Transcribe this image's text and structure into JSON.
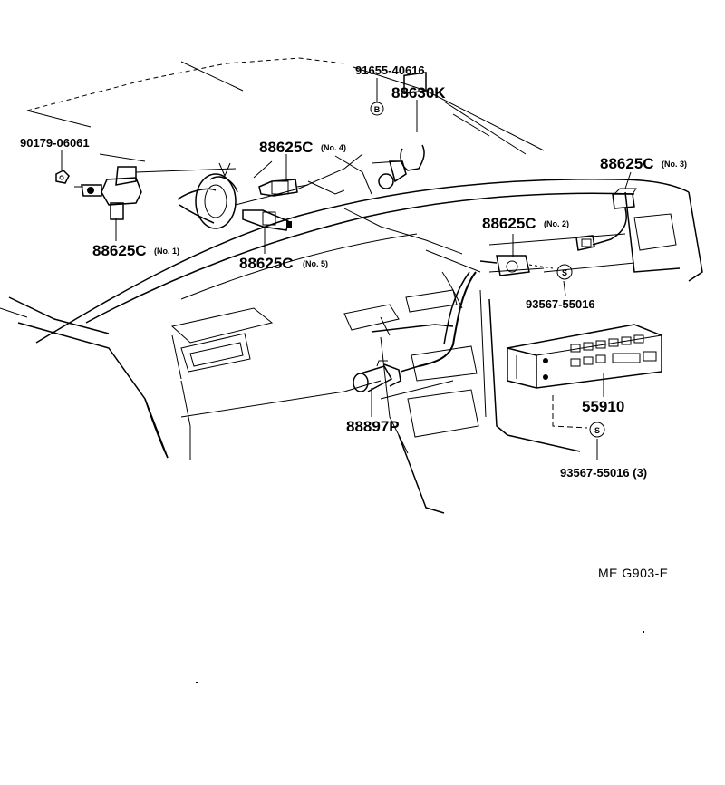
{
  "callouts": {
    "c91655": "91655-40616",
    "c88630k": "88630K",
    "c90179": "90179-06061",
    "c88625c_no4": "88625C",
    "c88625c_no4_tag": "(No. 4)",
    "c88625c_no3": "88625C",
    "c88625c_no3_tag": "(No. 3)",
    "c88625c_no2": "88625C",
    "c88625c_no2_tag": "(No. 2)",
    "c88625c_no1": "88625C",
    "c88625c_no1_tag": "(No. 1)",
    "c88625c_no5": "88625C",
    "c88625c_no5_tag": "(No. 5)",
    "c93567_a": "93567-55016",
    "c55910": "55910",
    "c88897p": "88897P",
    "c93567_b": "93567-55016 (3)",
    "marker_b": "B",
    "marker_s1": "S",
    "marker_s2": "S"
  },
  "diagram_code": "ME  G903-E"
}
